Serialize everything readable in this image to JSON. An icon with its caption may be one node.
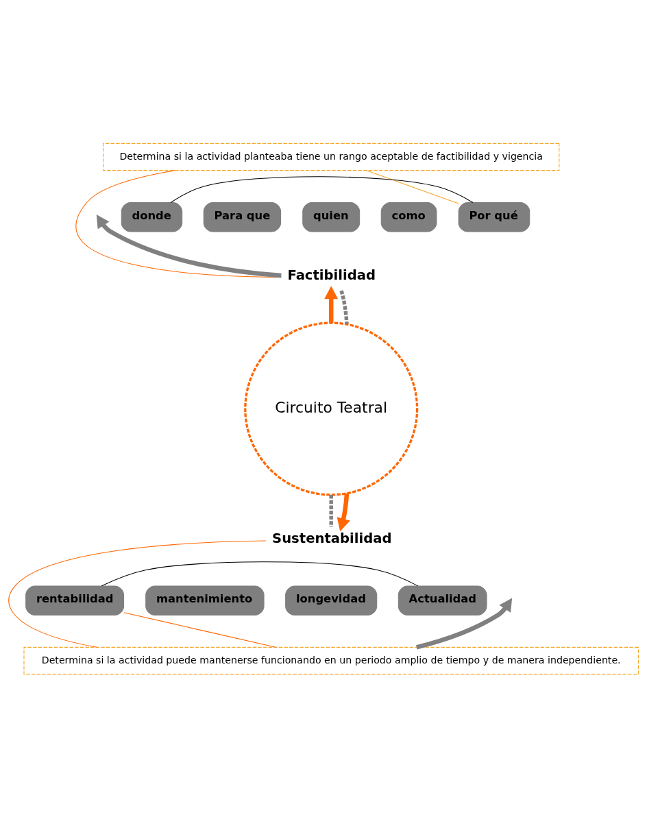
{
  "diagram": {
    "nodes": [
      {
        "text": [
          "Determina si la actividad planteaba tiene un rango aceptable de factibilidad y vigencia"
        ]
      },
      {
        "text": [
          "donde"
        ]
      },
      {
        "text": [
          "Para que"
        ]
      },
      {
        "text": [
          "quien"
        ]
      },
      {
        "text": [
          "como"
        ]
      },
      {
        "text": [
          "Por qué"
        ]
      },
      {
        "text": [
          "Factibilidad"
        ]
      },
      {
        "text": [
          "Circuito Teatral"
        ]
      },
      {
        "text": [
          "Sustentabilidad"
        ]
      },
      {
        "text": [
          "rentabilidad"
        ]
      },
      {
        "text": [
          "mantenimiento"
        ]
      },
      {
        "text": [
          "longevidad"
        ]
      },
      {
        "text": [
          "Actualidad"
        ]
      },
      {
        "text": [
          "Determina si la actividad puede mantenerse funcionando en un periodo amplio de tiempo y de manera independiente."
        ]
      }
    ],
    "edges": [
      {
        "from": 6,
        "to": 0,
        "arrow": "none",
        "color": "#ff6600"
      },
      {
        "from": 0,
        "to": 5,
        "arrow": "none",
        "color": "#f5a623"
      },
      {
        "from": 1,
        "to": 5,
        "arrow": "none",
        "color": "#000000"
      },
      {
        "from": 6,
        "to": null,
        "arrow": "to",
        "style": "thick",
        "color": "#808080"
      },
      {
        "from": 7,
        "to": 6,
        "arrow": "to",
        "style": "thick",
        "color": "#ff6600"
      },
      {
        "from": 6,
        "to": 7,
        "arrow": "none",
        "style": "dashed",
        "color": "#808080"
      },
      {
        "from": 7,
        "to": 8,
        "arrow": "none",
        "style": "dashed",
        "color": "#808080"
      },
      {
        "from": 7,
        "to": 8,
        "arrow": "to",
        "style": "thick",
        "color": "#ff6600"
      },
      {
        "from": 8,
        "to": 13,
        "arrow": "none",
        "color": "#ff6600"
      },
      {
        "from": 13,
        "to": 9,
        "arrow": "none",
        "color": "#ff6600"
      },
      {
        "from": 9,
        "to": 12,
        "arrow": "none",
        "color": "#000000"
      },
      {
        "from": 13,
        "to": null,
        "arrow": "to",
        "style": "thick",
        "color": "#808080"
      }
    ]
  }
}
